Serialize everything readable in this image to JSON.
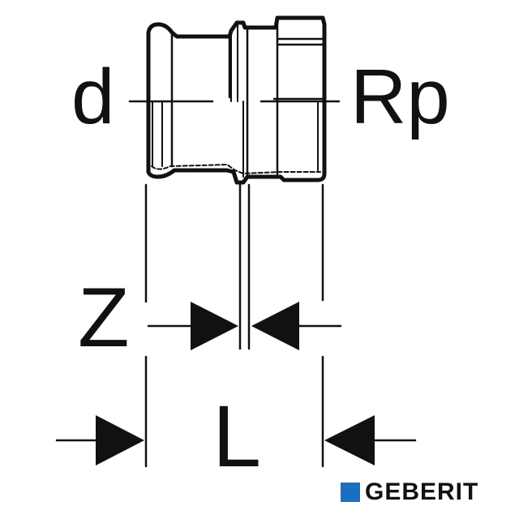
{
  "diagram": {
    "title": "Pipe fitting adapter dimension drawing",
    "labels": {
      "d": "d",
      "rp": "Rp",
      "z": "Z",
      "l": "L"
    }
  },
  "logo": {
    "text": "GEBERIT",
    "color": "#1a6fc4"
  }
}
